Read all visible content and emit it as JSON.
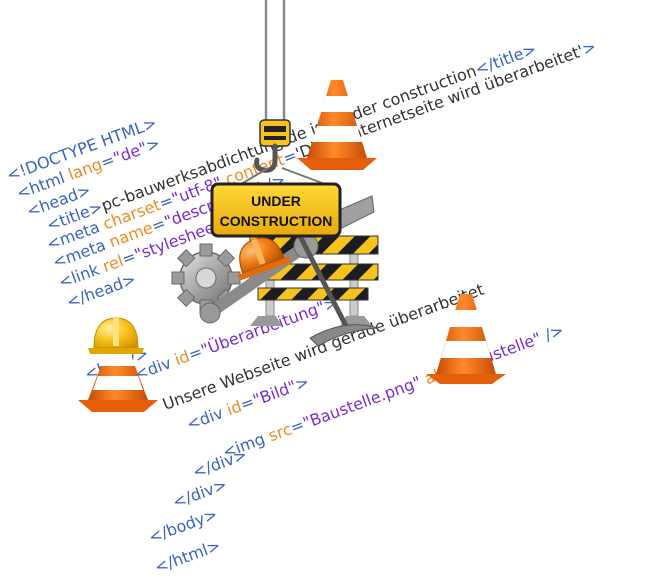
{
  "code_lines": [
    {
      "parts": [
        {
          "k": "tag",
          "t": "<!DOCTYPE HTML>"
        }
      ]
    },
    {
      "parts": [
        {
          "k": "tag",
          "t": "<html "
        },
        {
          "k": "attr",
          "t": "lang"
        },
        {
          "k": "tag",
          "t": "="
        },
        {
          "k": "val",
          "t": "\"de\""
        },
        {
          "k": "tag",
          "t": ">"
        }
      ]
    },
    {
      "parts": [
        {
          "k": "tag",
          "t": "<head>"
        }
      ]
    },
    {
      "parts": [
        {
          "k": "tag",
          "t": "<title>"
        },
        {
          "k": "txt",
          "t": "pc-bauwerksabdichtung.de ist under construction"
        },
        {
          "k": "tag",
          "t": "</title>"
        }
      ]
    },
    {
      "parts": [
        {
          "k": "tag",
          "t": "<meta "
        },
        {
          "k": "attr",
          "t": "charset"
        },
        {
          "k": "tag",
          "t": "="
        },
        {
          "k": "val",
          "t": "\"utf-8\""
        },
        {
          "k": "tag",
          "t": " "
        },
        {
          "k": "attr",
          "t": "content"
        },
        {
          "k": "tag",
          "t": "="
        },
        {
          "k": "txt",
          "t": "'Diese Internetseite wird überarbeitet'"
        },
        {
          "k": "tag",
          "t": ">"
        }
      ]
    },
    {
      "parts": [
        {
          "k": "tag",
          "t": "<meta "
        },
        {
          "k": "attr",
          "t": "name"
        },
        {
          "k": "tag",
          "t": "="
        },
        {
          "k": "val",
          "t": "\"description\""
        },
        {
          "k": "tag",
          "t": " />"
        }
      ]
    },
    {
      "parts": [
        {
          "k": "tag",
          "t": "<link "
        },
        {
          "k": "attr",
          "t": "rel"
        },
        {
          "k": "tag",
          "t": "="
        },
        {
          "k": "val",
          "t": "\"stylesheet\""
        }
      ]
    },
    {
      "parts": [
        {
          "k": "tag",
          "t": "</head>"
        }
      ]
    },
    {
      "parts": [
        {
          "k": "tag",
          "t": "<body>"
        }
      ]
    },
    {
      "parts": [
        {
          "k": "tag",
          "t": "<div "
        },
        {
          "k": "attr",
          "t": "id"
        },
        {
          "k": "tag",
          "t": "="
        },
        {
          "k": "val",
          "t": "\"Überarbeitung\""
        },
        {
          "k": "tag",
          "t": ">"
        }
      ]
    },
    {
      "parts": [
        {
          "k": "txt",
          "t": "Unsere Webseite wird gerade überarbeitet"
        }
      ]
    },
    {
      "parts": [
        {
          "k": "tag",
          "t": "<div "
        },
        {
          "k": "attr",
          "t": "id"
        },
        {
          "k": "tag",
          "t": "="
        },
        {
          "k": "val",
          "t": "\"Bild\""
        },
        {
          "k": "tag",
          "t": ">"
        }
      ]
    },
    {
      "parts": [
        {
          "k": "tag",
          "t": "<img "
        },
        {
          "k": "attr",
          "t": "src"
        },
        {
          "k": "tag",
          "t": "="
        },
        {
          "k": "val",
          "t": "\"Baustelle.png\""
        },
        {
          "k": "tag",
          "t": " "
        },
        {
          "k": "attr",
          "t": "alt"
        },
        {
          "k": "tag",
          "t": "="
        },
        {
          "k": "val",
          "t": "\"Baustelle\""
        },
        {
          "k": "tag",
          "t": " />"
        }
      ]
    },
    {
      "parts": [
        {
          "k": "tag",
          "t": "</div>"
        }
      ]
    },
    {
      "parts": [
        {
          "k": "tag",
          "t": "</div>"
        }
      ]
    },
    {
      "parts": [
        {
          "k": "tag",
          "t": "</body>"
        }
      ]
    },
    {
      "parts": [
        {
          "k": "tag",
          "t": "</html>"
        }
      ]
    }
  ],
  "sign": {
    "line1": "UNDER",
    "line2": "CONSTRUCTION"
  },
  "colors": {
    "tag": "#3a63c8",
    "attr": "#f08a24",
    "value": "#7a2bd6",
    "text": "#333333",
    "sign": "#f6c21c",
    "cone": "#f26a10",
    "helmet": "#f6c21c"
  },
  "icons": [
    "crane-hook-icon",
    "traffic-cone-icon",
    "hard-hat-icon",
    "gear-icon",
    "wrench-icon",
    "pickaxe-icon",
    "barrier-icon"
  ]
}
